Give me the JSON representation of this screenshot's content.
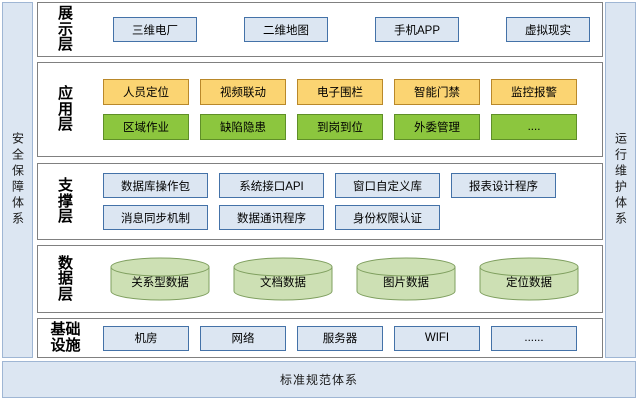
{
  "rails": {
    "left": {
      "label": "安全保障体系"
    },
    "right": {
      "label": "运行维护体系"
    }
  },
  "banner": {
    "label": "标准规范体系"
  },
  "layers": [
    {
      "id": "presentation",
      "label": "展示层",
      "label_chars": [
        "展",
        "示",
        "层"
      ],
      "rows": [
        {
          "style": "blue",
          "items": [
            "三维电厂",
            "二维地图",
            "手机APP",
            "虚拟现实"
          ]
        }
      ]
    },
    {
      "id": "application",
      "label": "应用层",
      "label_chars": [
        "应",
        "用",
        "层"
      ],
      "rows": [
        {
          "style": "amber",
          "items": [
            "人员定位",
            "视频联动",
            "电子围栏",
            "智能门禁",
            "监控报警"
          ]
        },
        {
          "style": "green",
          "items": [
            "区域作业",
            "缺陷隐患",
            "到岗到位",
            "外委管理",
            "...."
          ]
        }
      ]
    },
    {
      "id": "support",
      "label": "支撑层",
      "label_chars": [
        "支",
        "撑",
        "层"
      ],
      "rows": [
        {
          "style": "blue",
          "items": [
            "数据库操作包",
            "系统接口API",
            "窗口自定义库",
            "报表设计程序"
          ]
        },
        {
          "style": "blue",
          "items": [
            "消息同步机制",
            "数据通讯程序",
            "身份权限认证"
          ]
        }
      ]
    },
    {
      "id": "data",
      "label": "数据层",
      "label_chars": [
        "数",
        "据",
        "层"
      ],
      "rows": [
        {
          "style": "cylinder",
          "items": [
            "关系型数据",
            "文档数据",
            "图片数据",
            "定位数据"
          ]
        }
      ]
    },
    {
      "id": "infra",
      "label": "基础设施",
      "label_lines": [
        "基础",
        "设施"
      ],
      "rows": [
        {
          "style": "blue",
          "items": [
            "机房",
            "网络",
            "服务器",
            "WIFI",
            "......"
          ]
        }
      ]
    }
  ],
  "colors": {
    "rail_fill": "#dce6f2",
    "rail_border": "#9fb6d4",
    "blue_fill": "#dce6f2",
    "blue_border": "#4472a8",
    "amber_fill": "#fbd472",
    "amber_border": "#b9882a",
    "green_fill": "#8cc63e",
    "green_border": "#5f8f28",
    "cylinder_fill": "#cde0b4",
    "cylinder_border": "#7f9f5f",
    "layer_border": "#808080",
    "page_background": "#ffffff"
  }
}
